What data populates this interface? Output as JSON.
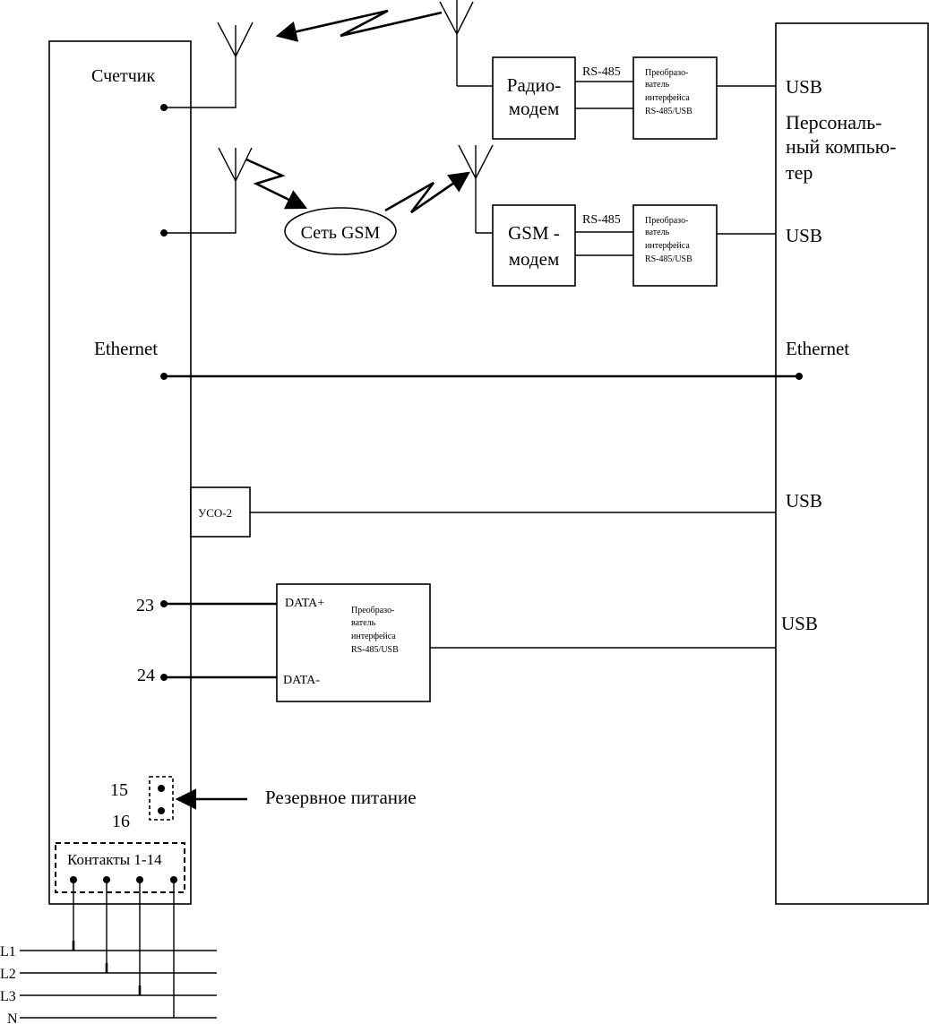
{
  "meter": {
    "label": "Счетчик",
    "ethernet_label": "Ethernet",
    "terminal_23": "23",
    "terminal_24": "24",
    "terminal_15": "15",
    "terminal_16": "16",
    "contacts_label": "Контакты 1-14"
  },
  "pc": {
    "label_line1": "Персональ-",
    "label_line2": "ный компью-",
    "label_line3": "тер",
    "usb_radio": "USB",
    "usb_gsm": "USB",
    "ethernet_label": "Ethernet",
    "usb_uso": "USB",
    "usb_direct": "USB"
  },
  "radio_modem": {
    "line1": "Радио-",
    "line2": "модем",
    "rs485": "RS-485"
  },
  "gsm_modem": {
    "line1": "GSM -",
    "line2": "модем",
    "rs485": "RS-485"
  },
  "gsm_network": {
    "label": "Сеть GSM"
  },
  "converter_radio": {
    "line1": "Преобразо-",
    "line2": "ватель",
    "line3": "интерфейса",
    "line4": "RS-485/USB"
  },
  "converter_gsm": {
    "line1": "Преобразо-",
    "line2": "ватель",
    "line3": "интерфейса",
    "line4": "RS-485/USB"
  },
  "converter_direct": {
    "line1": "Преобразо-",
    "line2": "ватель",
    "line3": "интерфейса",
    "line4": "RS-485/USB",
    "data_plus": "DATA+",
    "data_minus": "DATA-"
  },
  "uso": {
    "label": "УСО-2"
  },
  "backup_power": {
    "label": "Резервное питание"
  },
  "power_lines": {
    "l1": "L1",
    "l2": "L2",
    "l3": "L3",
    "n": "N"
  }
}
